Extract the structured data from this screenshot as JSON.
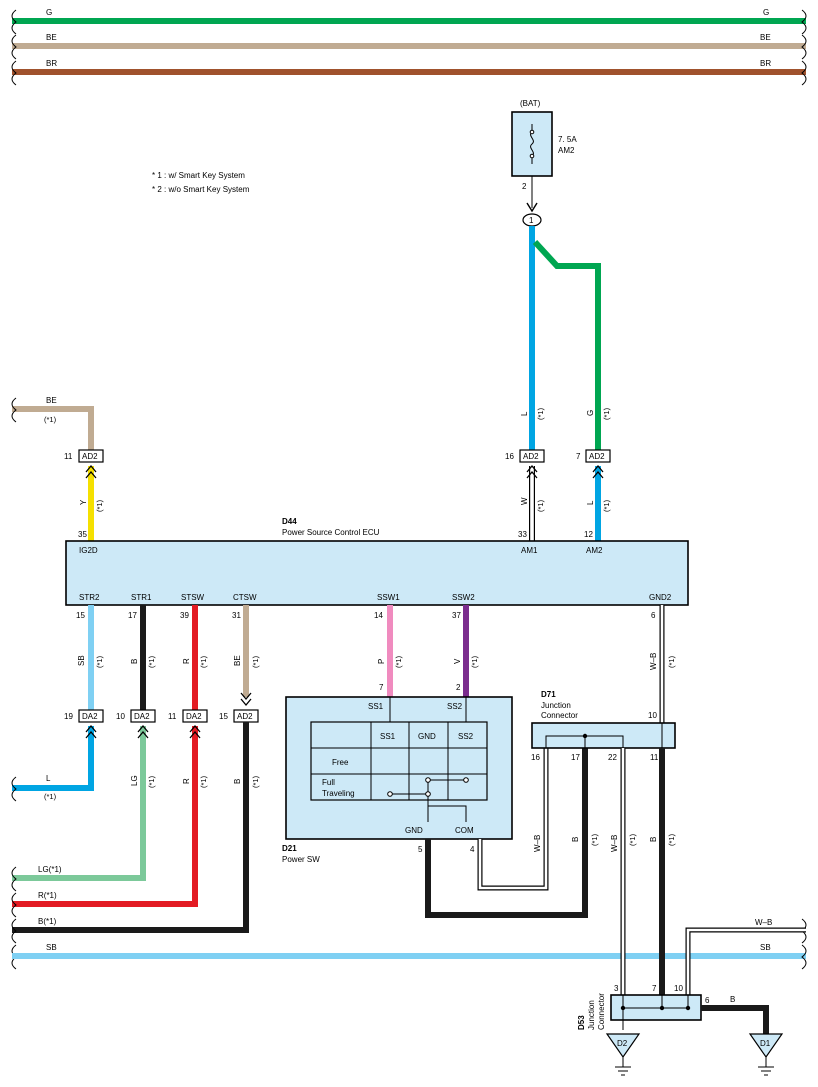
{
  "bus_wires": [
    {
      "label": "G",
      "color": "#00a651"
    },
    {
      "label": "BE",
      "color": "#c0ab92"
    },
    {
      "label": "BR",
      "color": "#a0522d"
    }
  ],
  "notes": [
    "* 1 : w/ Smart Key System",
    "* 2 : w/o Smart Key System"
  ],
  "fuse": {
    "source": "(BAT)",
    "rating": "7. 5A",
    "name": "AM2",
    "pin": "2",
    "junction": "1"
  },
  "ecu": {
    "code": "D44",
    "name": "Power Source Control ECU",
    "top_pins": [
      {
        "pin": "35",
        "name": "IG2D"
      },
      {
        "pin": "33",
        "name": "AM1"
      },
      {
        "pin": "12",
        "name": "AM2"
      }
    ],
    "bottom_pins": [
      {
        "pin": "15",
        "name": "STR2"
      },
      {
        "pin": "17",
        "name": "STR1"
      },
      {
        "pin": "39",
        "name": "STSW"
      },
      {
        "pin": "31",
        "name": "CTSW"
      },
      {
        "pin": "14",
        "name": "SSW1"
      },
      {
        "pin": "37",
        "name": "SSW2"
      },
      {
        "pin": "6",
        "name": "GND2"
      }
    ]
  },
  "connectors_top": [
    {
      "pin": "11",
      "code": "AD2"
    },
    {
      "pin": "16",
      "code": "AD2"
    },
    {
      "pin": "7",
      "code": "AD2"
    }
  ],
  "connectors_bottom": [
    {
      "pin": "19",
      "code": "DA2"
    },
    {
      "pin": "10",
      "code": "DA2"
    },
    {
      "pin": "11",
      "code": "DA2"
    },
    {
      "pin": "15",
      "code": "AD2"
    }
  ],
  "wire_labels": {
    "be_top": "BE",
    "y": "Y",
    "l_top": "L",
    "w": "W",
    "g": "G",
    "l_am2": "L",
    "sb": "SB",
    "b": "B",
    "r": "R",
    "be": "BE",
    "p": "P",
    "v": "V",
    "wb": "W–B",
    "l_bottom": "L",
    "lg": "LG",
    "r2": "R",
    "b2": "B",
    "ssw1_pin": "7",
    "ssw2_pin": "2",
    "lg_left": "LG(*1)",
    "r_left": "R(*1)",
    "b_left": "B(*1)",
    "sb_left": "SB",
    "wb_right": "W–B",
    "sb_right": "SB",
    "wb_j1": "W–B",
    "b_j1": "B",
    "wb_j2": "W–B",
    "b_j2": "B",
    "b_d53": "B",
    "star1": "(*1)"
  },
  "power_sw": {
    "code": "D21",
    "name": "Power SW",
    "top_terminals": [
      "SS1",
      "SS2"
    ],
    "bottom_terminals": [
      "GND",
      "COM"
    ],
    "bottom_pins": [
      "5",
      "4"
    ],
    "table_headers": [
      "SS1",
      "GND",
      "SS2"
    ],
    "rows": [
      "Free",
      "Full\nTraveling"
    ]
  },
  "d71": {
    "code": "D71",
    "name1": "Junction",
    "name2": "Connector",
    "pin_top": "10",
    "pins_bottom": [
      "16",
      "17",
      "22",
      "11"
    ]
  },
  "d53": {
    "code": "D53",
    "name1": "Junction",
    "name2": "Connector",
    "pins": [
      "3",
      "7",
      "10"
    ],
    "pin_side": "6"
  },
  "grounds": [
    "D2",
    "D1"
  ]
}
